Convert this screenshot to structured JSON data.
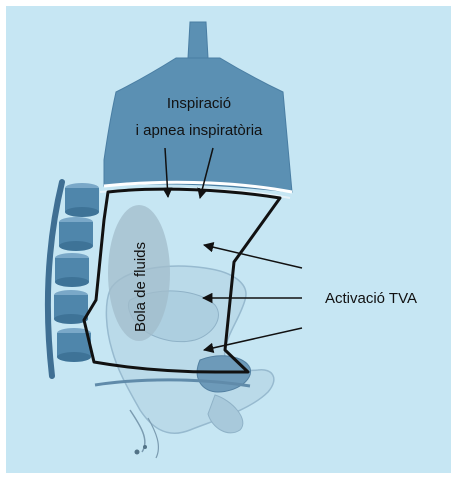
{
  "diagram": {
    "labels": {
      "inspiration_line1": "Inspiració",
      "inspiration_line2": "i apnea inspiratòria",
      "fluid_ball": "Bola de fluids",
      "tva_activation": "Activació TVA"
    },
    "colors": {
      "background": "#c6e6f3",
      "diaphragm": "#5b90b3",
      "vertebrae": "#4f86ab",
      "cavity_outline": "#111111",
      "fluid_ball": "#9fb7c6",
      "pelvis": "#6a95b4"
    }
  }
}
